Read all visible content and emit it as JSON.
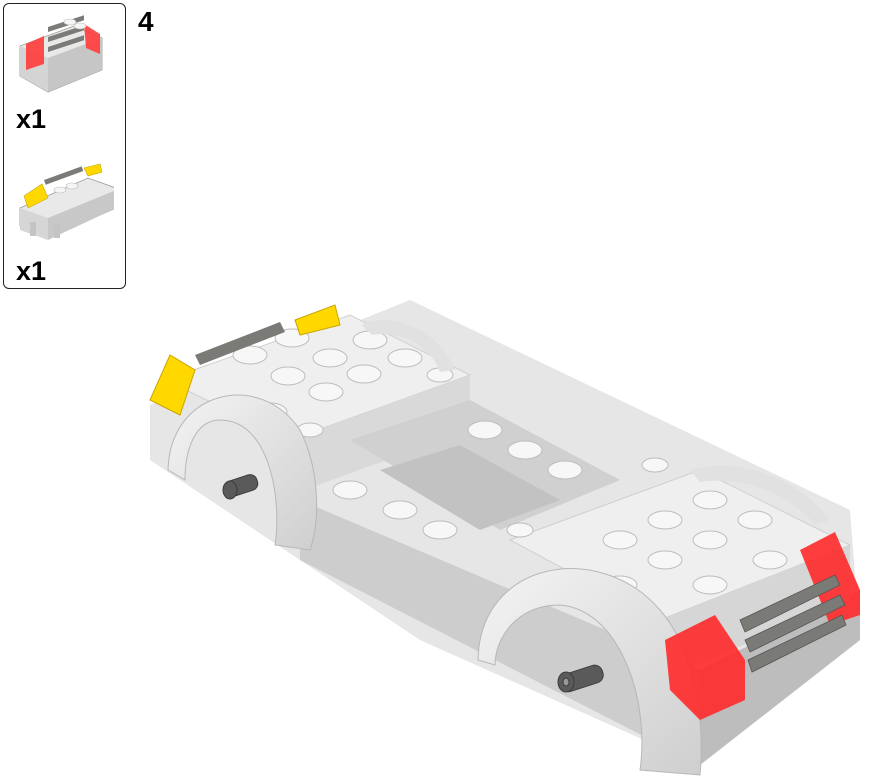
{
  "instruction": {
    "step_number": "4",
    "parts": [
      {
        "name": "red-tail-light-grille-assembly",
        "quantity": "x1"
      },
      {
        "name": "yellow-headlight-front-assembly",
        "quantity": "x1"
      }
    ]
  },
  "colors": {
    "brick_white": "#f2f2f2",
    "brick_shade": "#d6d6d6",
    "brick_dark_shade": "#bdbdbd",
    "trans_red": "#ff2a2a",
    "trans_yellow": "#ffd800",
    "dark_gray": "#7a7a76",
    "axle_gray": "#555555"
  }
}
